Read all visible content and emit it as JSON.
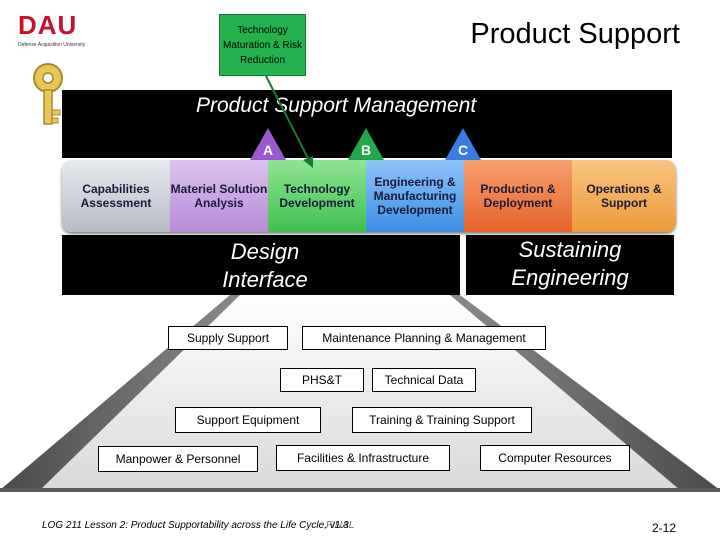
{
  "logo": {
    "text": "DAU",
    "subtitle": "Defense Acquisition University"
  },
  "header": {
    "tmrr_label": "Technology Maturation & Risk Reduction",
    "title": "Product Support"
  },
  "psm_banner": "Product Support Management",
  "milestones": [
    "A",
    "B",
    "C"
  ],
  "phases": [
    {
      "label": "Capabilities Assessment",
      "color": "#c9ccd4"
    },
    {
      "label": "Materiel Solution Analysis",
      "color": "#c9a6e0"
    },
    {
      "label": "Technology Development",
      "color": "#5fd06a"
    },
    {
      "label": "Engineering & Manufacturing Development",
      "color": "#5fa6f2"
    },
    {
      "label": "Production & Deployment",
      "color": "#f07a3a"
    },
    {
      "label": "Operations & Support",
      "color": "#f2a84a"
    }
  ],
  "design_interface": "Design Interface",
  "sustaining_engineering": "Sustaining Engineering",
  "ips_elements": {
    "supply_support": "Supply Support",
    "maintenance_planning": "Maintenance Planning & Management",
    "phst": "PHS&T",
    "technical_data": "Technical Data",
    "support_equipment": "Support Equipment",
    "training": "Training & Training Support",
    "manpower": "Manpower & Personnel",
    "facilities": "Facilities & Infrastructure",
    "computer_resources": "Computer Resources"
  },
  "footer": {
    "text": "LOG 211 Lesson 2: Product Supportability across the Life Cycle, v1.3",
    "overlay": "FINAL",
    "page": "2-12"
  },
  "colors": {
    "tmrr_green": "#22b14c",
    "milestone_purple": "#9b59d0",
    "milestone_blue": "#3a7be0",
    "dau_red": "#c8102e"
  }
}
